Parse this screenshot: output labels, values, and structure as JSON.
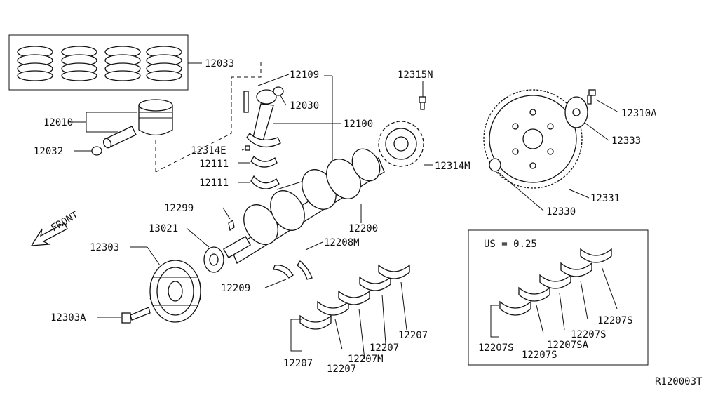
{
  "diagram": {
    "ref_code": "R120003T",
    "front_label": "FRONT",
    "us_note": "US = 0.25",
    "labels": {
      "p12033": "12033",
      "p12109": "12109",
      "p12030": "12030",
      "p12315N": "12315N",
      "p12010": "12010",
      "p12100": "12100",
      "p12032": "12032",
      "p12314E": "12314E",
      "p12111a": "12111",
      "p12111b": "12111",
      "p12314M": "12314M",
      "p12310A": "12310A",
      "p12333": "12333",
      "p12331": "12331",
      "p12330": "12330",
      "p12299": "12299",
      "p13021": "13021",
      "p12200": "12200",
      "p12303": "12303",
      "p12208M": "12208M",
      "p12209": "12209",
      "p12303A": "12303A",
      "p12207a": "12207",
      "p12207b": "12207",
      "p12207c": "12207",
      "p12207d": "12207",
      "p12207M": "12207M",
      "us12207S_a": "12207S",
      "us12207S_b": "12207S",
      "us12207S_c": "12207S",
      "us12207S_d": "12207S",
      "us12207SA": "12207SA"
    }
  }
}
